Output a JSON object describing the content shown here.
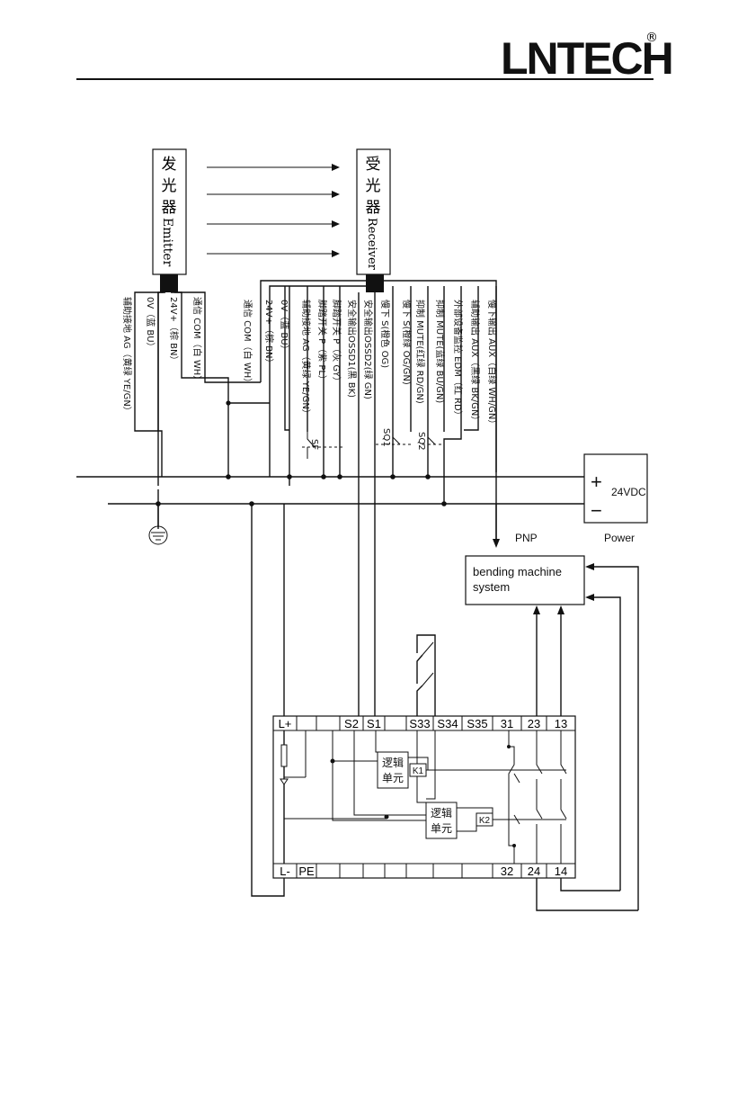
{
  "header": {
    "logo_text": "LNTECH",
    "registered_mark": "®"
  },
  "emitter": {
    "label_cn_1": "发",
    "label_cn_2": "光",
    "label_cn_3": "器",
    "label_en": "Emitter",
    "wires": [
      "辅助接地 AG（黄绿 YE/GN）",
      "0V（蓝 BU）",
      "24V+（棕 BN）",
      "通信 COM（白 WH）"
    ]
  },
  "receiver": {
    "label_cn_1": "受",
    "label_cn_2": "光",
    "label_cn_3": "器",
    "label_en": "Receiver",
    "wires": [
      "通信 COM（白 WH）",
      "24V+（棕 BN）",
      "0V（蓝 BU）",
      "辅助接地 AG（黄绿 YE/GN）",
      "脚踏开关 P（紫 PL）",
      "脚踏开关 P（灰 GY）",
      "安全输出OSSD1(黑 BK)",
      "安全输出OSSD2(绿 GN)",
      "慢下 S(橙色 OG)",
      "慢下 S(橙绿 OG/GN)",
      "抑制 MUTE(红绿 RD/GN)",
      "抑制 MUTE(蓝绿 BU/GN)",
      "外部设备监控 EDM（红 RD）",
      "辅助输出 AUX（黑绿 BK/GN）",
      "慢下输出 AUX（白绿 WH/GN）"
    ]
  },
  "switches": {
    "sf": "SF",
    "sq1": "SQ1",
    "sq2": "SQ2"
  },
  "power": {
    "label": "24VDC",
    "plus": "+",
    "minus": "−",
    "caption": "Power"
  },
  "pnp_label": "PNP",
  "machine": {
    "line1": "bending machine",
    "line2": "system"
  },
  "relay": {
    "top_terminals": [
      "L+",
      "",
      "",
      "S2",
      "S1",
      "",
      "S33",
      "S34",
      "S35",
      "31",
      "23",
      "13"
    ],
    "bottom_terminals": [
      "L-",
      "PE",
      "",
      "",
      "",
      "",
      "",
      "",
      "",
      "32",
      "24",
      "14"
    ],
    "logic1_line1": "逻辑",
    "logic1_line2": "单元",
    "logic2_line1": "逻辑",
    "logic2_line2": "单元",
    "k1": "K1",
    "k2": "K2"
  }
}
